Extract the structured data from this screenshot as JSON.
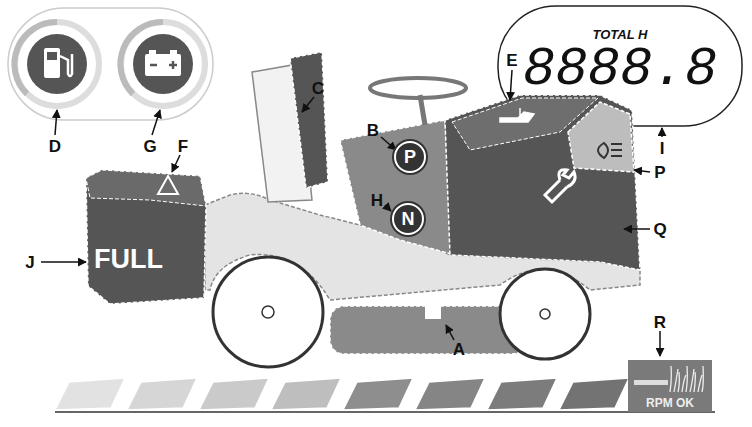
{
  "diagram": {
    "nodes": [
      {
        "text": [
          "TOTAL H",
          "8888.8"
        ]
      },
      {
        "text": [
          "FULL"
        ]
      },
      {
        "text": [
          "P"
        ]
      },
      {
        "text": [
          "N"
        ]
      },
      {
        "text": [
          "RPM OK"
        ]
      }
    ],
    "labels": [
      "C",
      "E",
      "D",
      "G",
      "F",
      "B",
      "I",
      "P",
      "H",
      "Q",
      "J",
      "A",
      "R"
    ]
  }
}
